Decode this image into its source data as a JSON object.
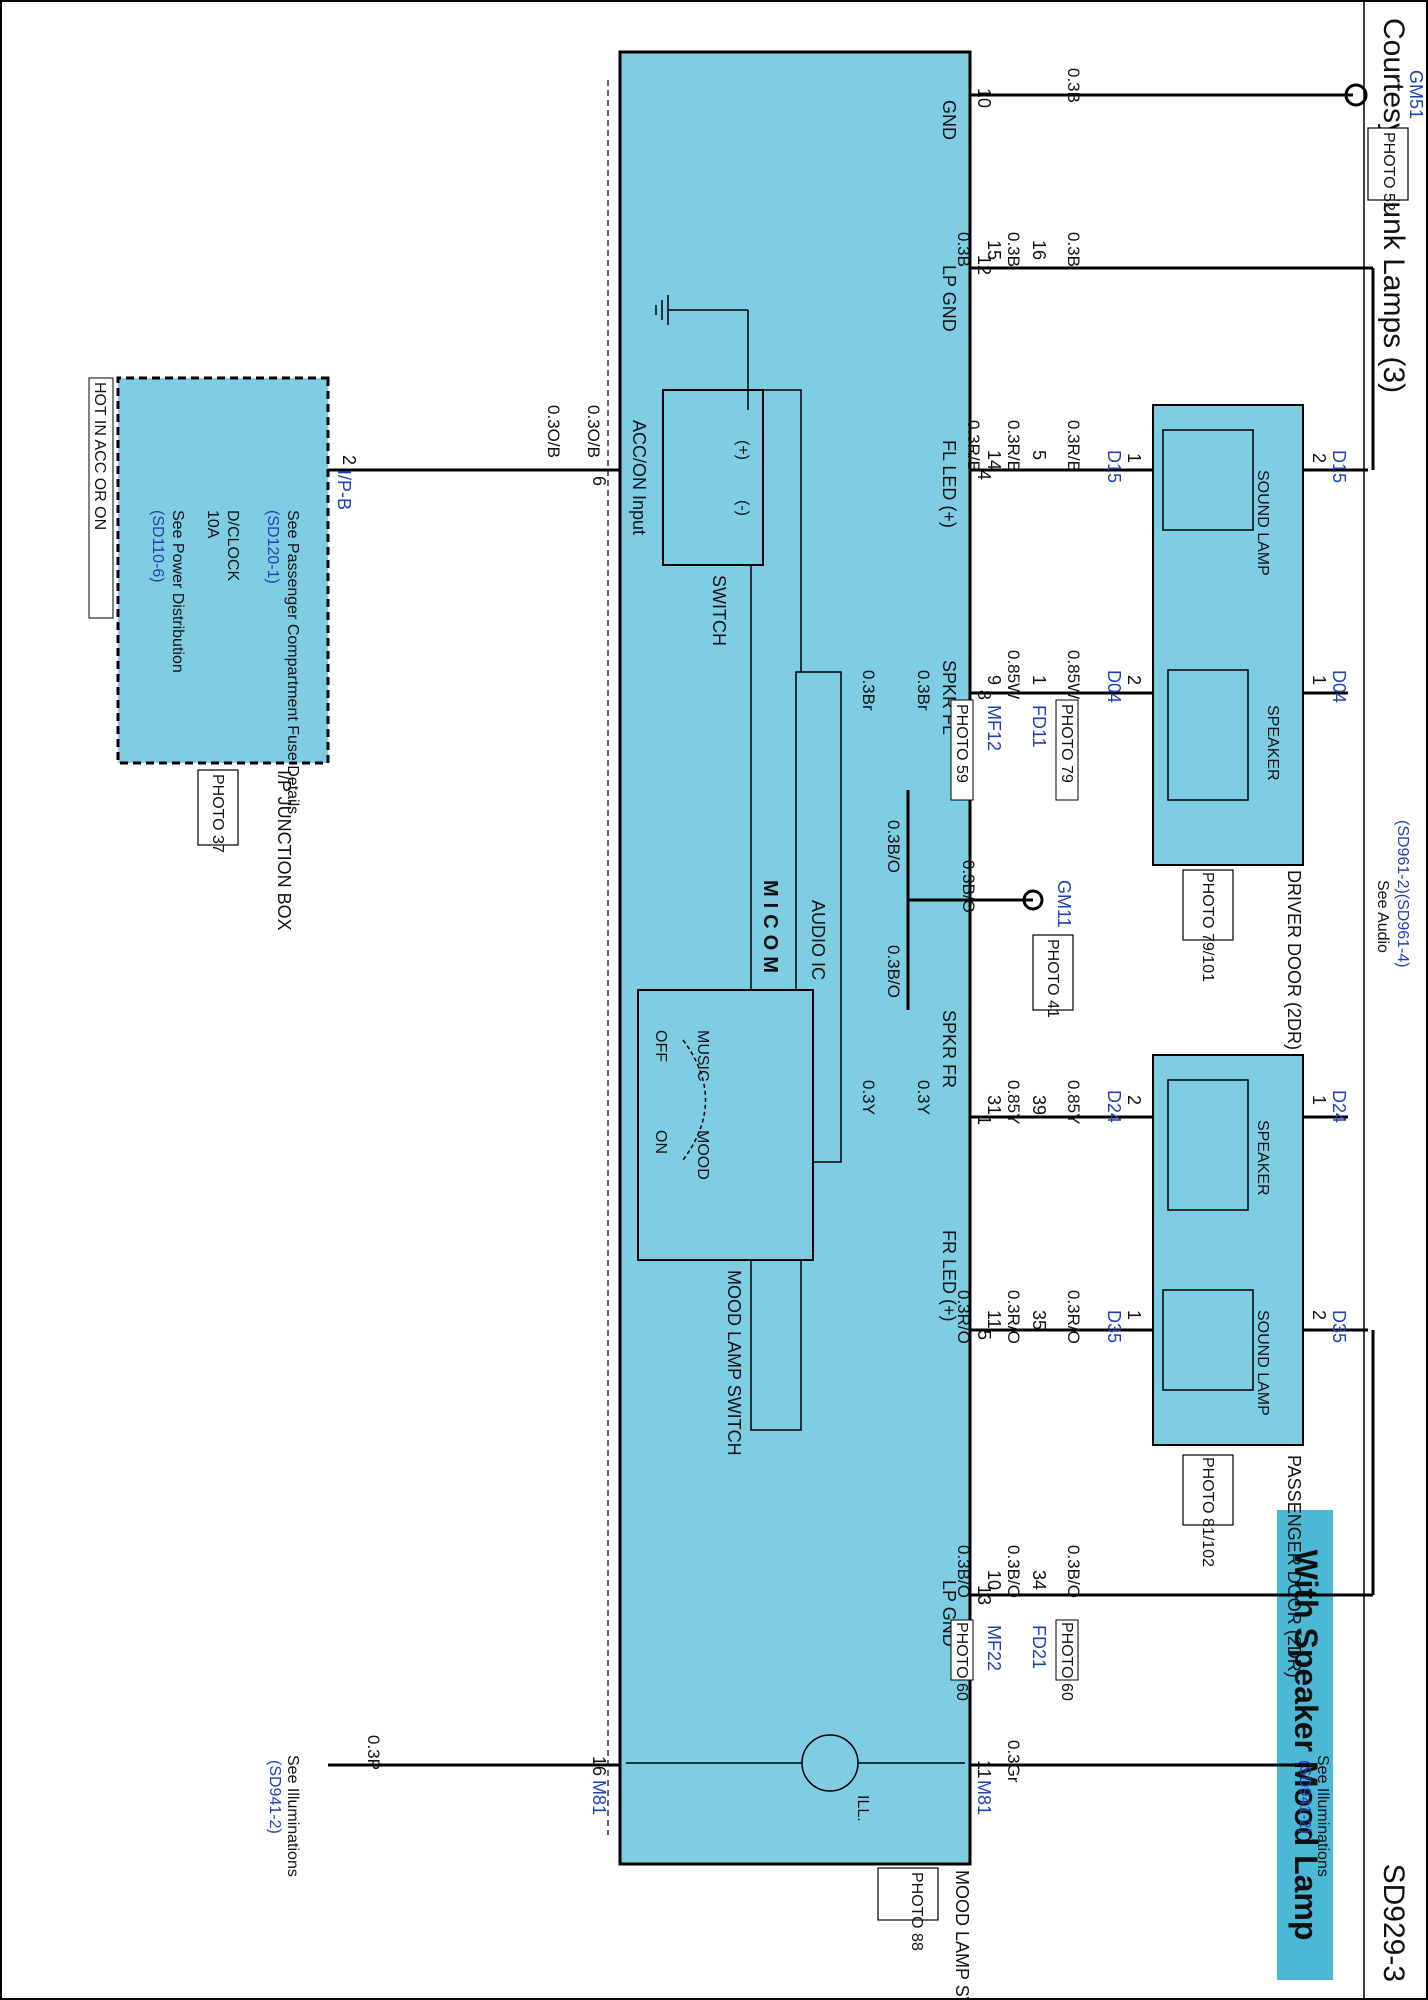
{
  "header": {
    "title": "Courtesy & Trunk Lamps (3)",
    "page_code": "SD929-3",
    "banner": "With Speaker Mood Lamp"
  },
  "junction_box": {
    "hot_label": "HOT IN ACC OR ON",
    "name": "I/P JUNCTION BOX",
    "photo": "PHOTO 37",
    "ref_power": "See Power Distribution",
    "ref_power_code": "(SD110-6)",
    "fuse_name": "D/CLOCK",
    "fuse_rating": "10A",
    "ref_fuse": "See Passenger Compartment Fuse Details",
    "ref_fuse_code": "(SD120-1)",
    "connector": "I/P-B",
    "pin": "2"
  },
  "module": {
    "name": "MOOD LAMP SWITCH",
    "photo": "PHOTO 88",
    "micom": "MICOM",
    "audio_ic": "AUDIO IC",
    "switch_label": "SWITCH",
    "switch_plus": "(+)",
    "switch_minus": "(-)",
    "mood_switch_label": "MOOD LAMP SWITCH",
    "mood_off": "OFF",
    "mood_music": "MUSIC",
    "mood_mood": "MOOD",
    "mood_on": "ON",
    "ill_label": "ILL.",
    "connector_top": "M81",
    "connector_bottom": "M81",
    "pins": [
      {
        "num": "10",
        "label": "GND"
      },
      {
        "num": "12",
        "label": "LP GND"
      },
      {
        "num": "4",
        "label": "FL LED (+)"
      },
      {
        "num": "8",
        "label": "SPKR FL"
      },
      {
        "num": "1",
        "label": "SPKR FR"
      },
      {
        "num": "5",
        "label": "FR LED (+)"
      },
      {
        "num": "13",
        "label": "LP GND"
      },
      {
        "num": "11",
        "label": ""
      },
      {
        "num": "6",
        "label": "ACC/ON Input"
      },
      {
        "num": "16",
        "label": ""
      }
    ]
  },
  "wires": {
    "gnd_top": "0.3B",
    "lpgnd_a": "0.3B",
    "lpgnd_b": "0.3B",
    "lpgnd_c": "0.3B",
    "fl_a": "0.3R/B",
    "fl_b": "0.3R/B",
    "fl_c": "0.3R/B",
    "spfl_a": "0.3Br",
    "spfl_b": "0.3Br",
    "spfl_c": "0.85W",
    "spfl_d": "0.85W",
    "gnd_bo_a": "0.3B/O",
    "gnd_bo_b": "0.3B/O",
    "gnd_bo_c": "0.3B/O",
    "spfr_a": "0.3Y",
    "spfr_b": "0.3Y",
    "spfr_c": "0.85Y",
    "spfr_d": "0.85Y",
    "fr_a": "0.3R/O",
    "fr_b": "0.3R/O",
    "fr_c": "0.3R/O",
    "lp2_a": "0.3B/O",
    "lp2_b": "0.3B/O",
    "lp2_c": "0.3B/O",
    "ill_left": "0.3Gr",
    "acc_a": "0.3O/B",
    "acc_b": "0.3O/B",
    "ill_right": "0.3P"
  },
  "inline_pins": {
    "lp_16": "16",
    "lp_15": "15",
    "fl_5": "5",
    "fl_14": "14",
    "sp_1": "1",
    "sp_9": "9",
    "fr_39": "39",
    "fr_31": "31",
    "frl_35": "35",
    "frl_11": "11",
    "lp_34": "34",
    "lp_10": "10"
  },
  "connectors": {
    "gm51": "GM51",
    "gm51_photo": "PHOTO 52",
    "gm11": "GM11",
    "gm11_photo": "PHOTO 41",
    "fd11": "FD11",
    "fd11_photo": "PHOTO 79",
    "mf12": "MF12",
    "mf12_photo": "PHOTO 59",
    "fd21": "FD21",
    "fd21_photo": "PHOTO 60",
    "mf22": "MF22",
    "mf22_photo": "PHOTO 60",
    "d15": "D15",
    "d04": "D04",
    "d24": "D24",
    "d35": "D35"
  },
  "driver_door": {
    "name": "DRIVER DOOR (2DR)",
    "photo": "PHOTO 79/101",
    "sound_lamp": "SOUND LAMP",
    "speaker": "SPEAKER",
    "pin1": "1",
    "pin2": "2",
    "spk1": "1",
    "spk2": "2"
  },
  "passenger_door": {
    "name": "PASSENGER DOOR (2DR)",
    "photo": "PHOTO 81/102",
    "sound_lamp": "SOUND LAMP",
    "speaker": "SPEAKER",
    "pin1": "1",
    "pin2": "2",
    "spk1": "1",
    "spk2": "2"
  },
  "refs": {
    "audio": "See Audio",
    "audio_code": "(SD961-2)(SD961-4)",
    "illum_left": "See Illuminations",
    "illum_left_code": "(SD941-2)",
    "illum_right": "See Illuminations",
    "illum_right_code": "(SD941-2)"
  },
  "colors": {
    "module_fill": "#7ecde3",
    "banner_fill": "#4bb8d6",
    "link_blue": "#1f3fb4"
  }
}
